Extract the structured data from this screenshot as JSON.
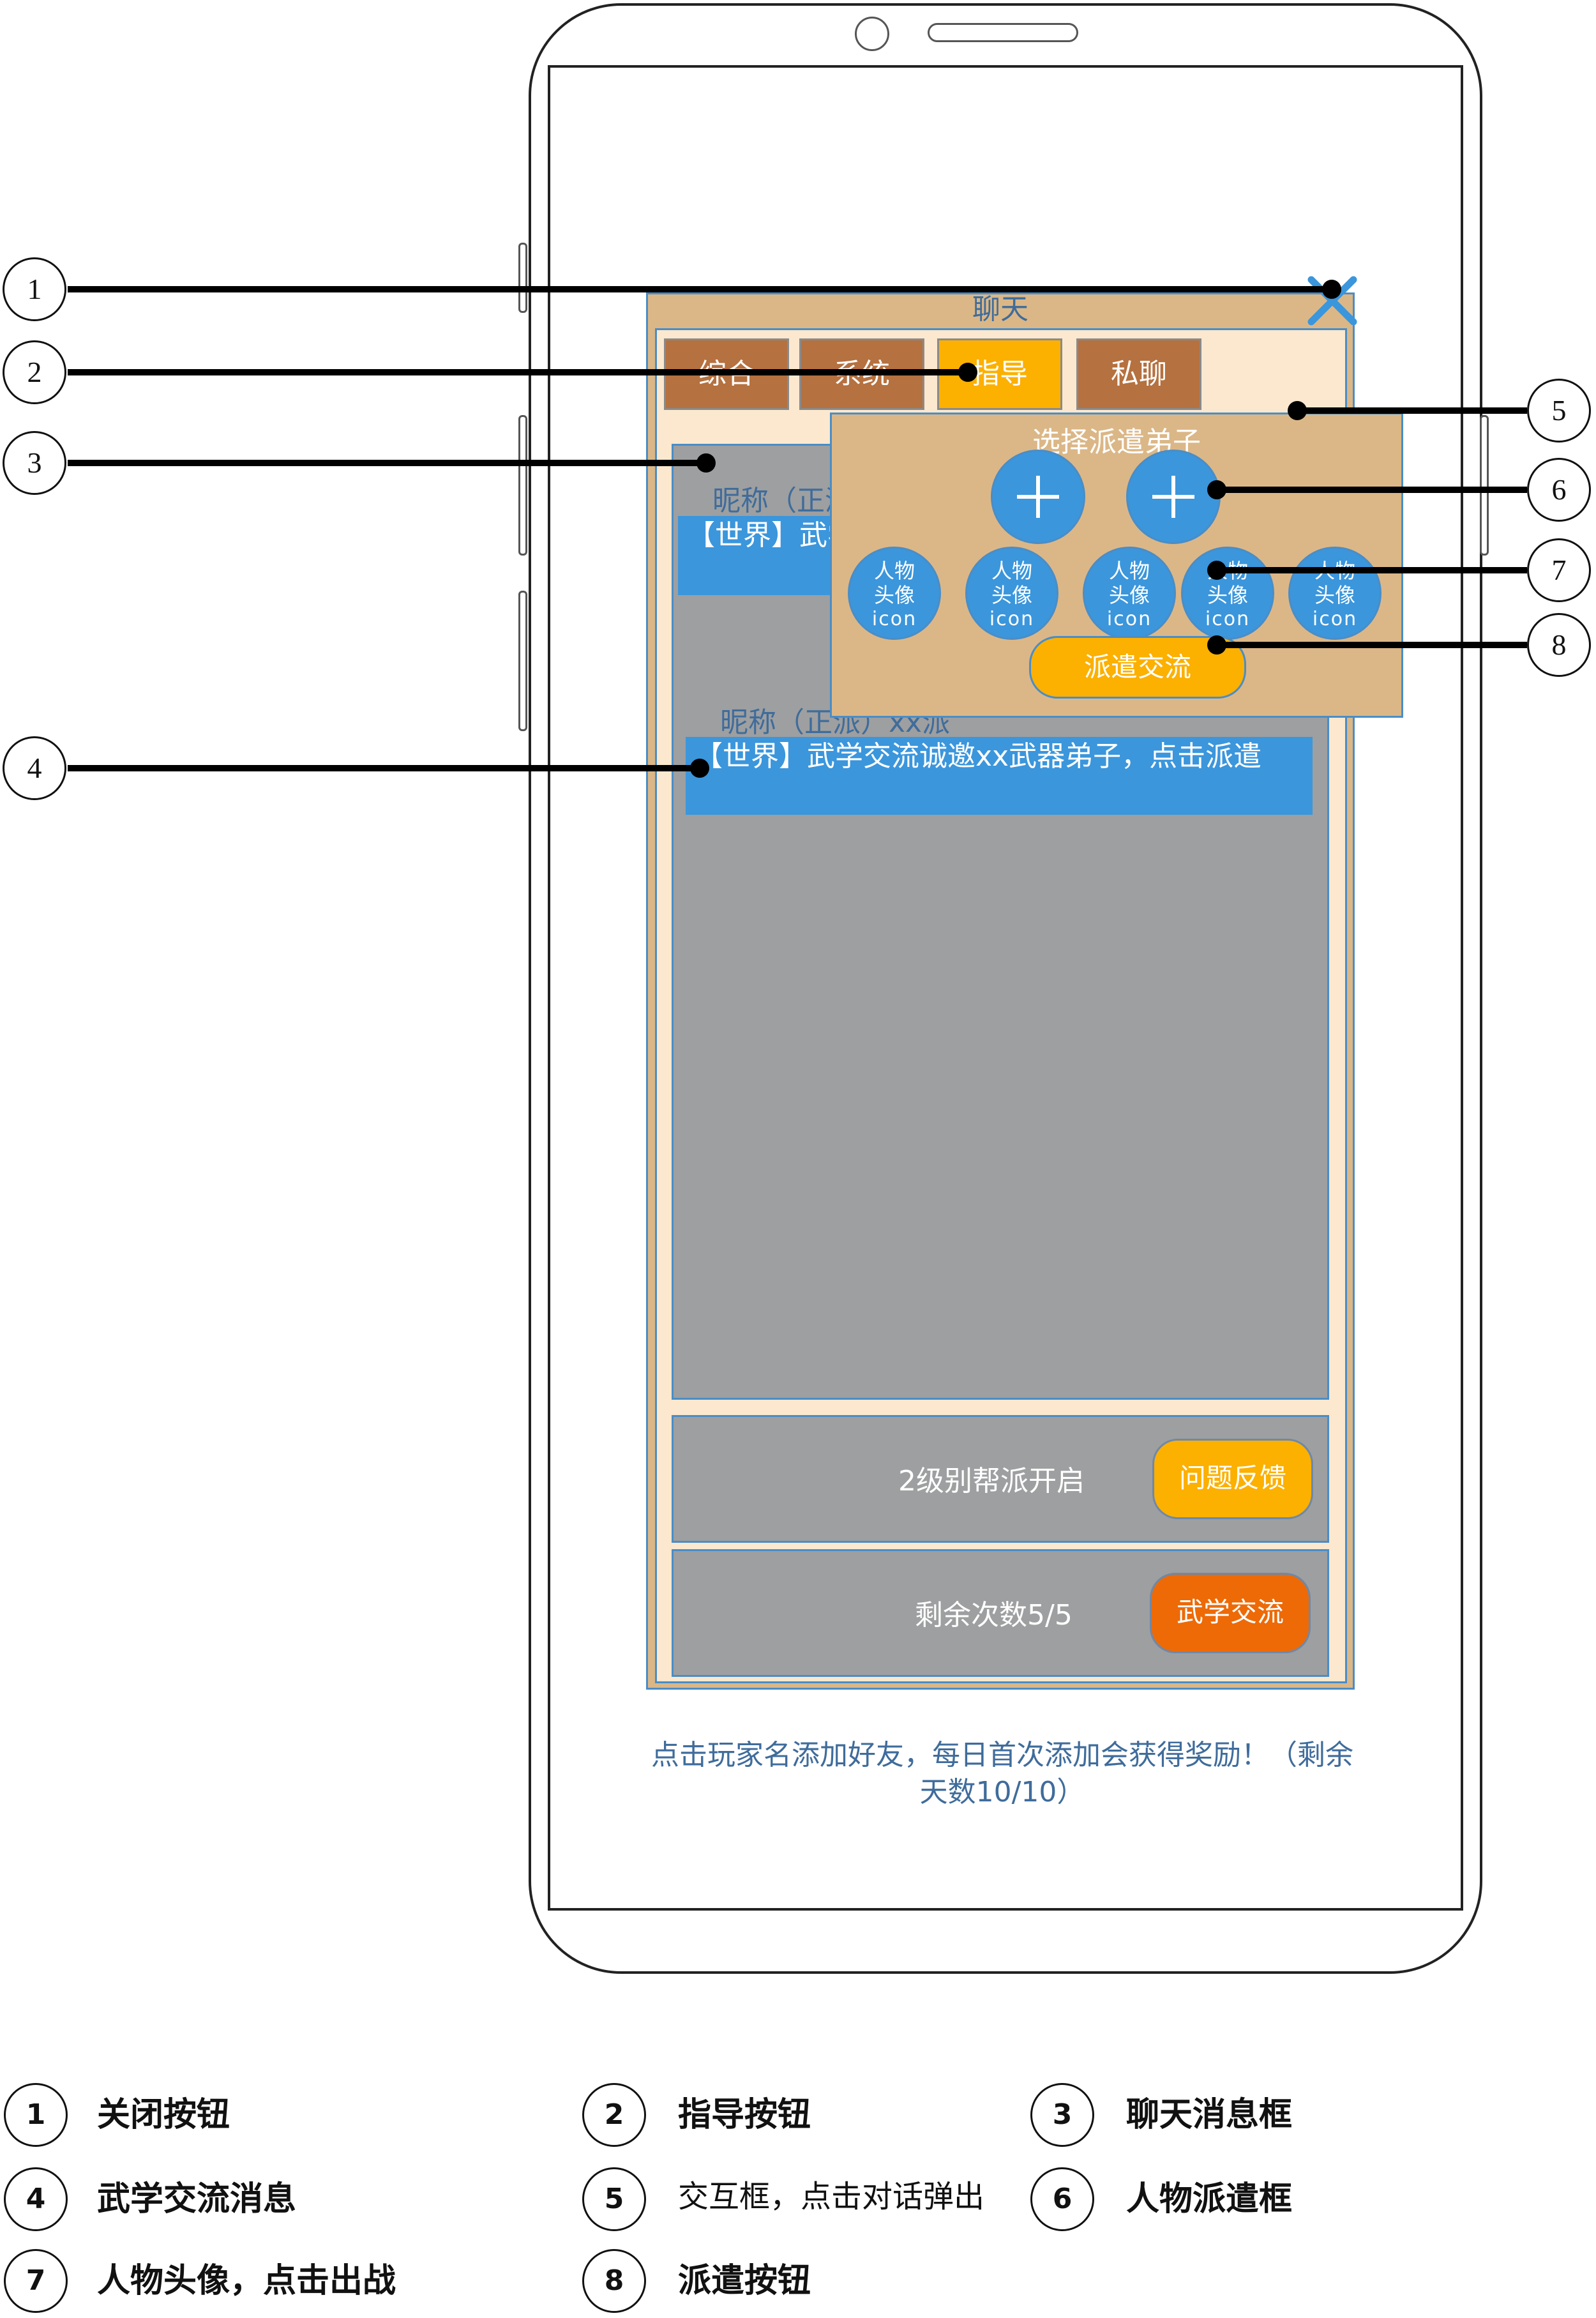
{
  "chat": {
    "title": "聊天",
    "tabs": [
      {
        "label": "综合"
      },
      {
        "label": "系统"
      },
      {
        "label": "指导"
      },
      {
        "label": "私聊"
      }
    ],
    "messages": [
      {
        "nick": "昵称（正派）xx派",
        "text": "【世界】武学交流诚邀xx武器弟子，点击派遣"
      },
      {
        "nick": "昵称（正派）xx派",
        "text": "【世界】武学交流诚邀xx武器弟子，点击派遣"
      }
    ],
    "guild_bar": {
      "text": "2级别帮派开启",
      "button": "问题反馈"
    },
    "exchange_bar": {
      "text": "剩余次数5/5",
      "button": "武学交流"
    },
    "footer_note": "点击玩家名添加好友，每日首次添加会获得奖励！（剩余天数10/10）"
  },
  "popup": {
    "title": "选择派遣弟子",
    "avatar_label": "人物头像",
    "avatar_icon_text": "icon",
    "avatars": 5,
    "dispatch_button": "派遣交流"
  },
  "callouts": [
    "1",
    "2",
    "3",
    "4",
    "5",
    "6",
    "7",
    "8"
  ],
  "legend": [
    {
      "num": "1",
      "label": "关闭按钮"
    },
    {
      "num": "2",
      "label": "指导按钮"
    },
    {
      "num": "3",
      "label": "聊天消息框"
    },
    {
      "num": "4",
      "label": "武学交流消息"
    },
    {
      "num": "5",
      "label": "交互框，点击对话弹出"
    },
    {
      "num": "6",
      "label": "人物派遣框"
    },
    {
      "num": "7",
      "label": "人物头像，点击出战"
    },
    {
      "num": "8",
      "label": "派遣按钮"
    }
  ],
  "colors": {
    "panel_tan": "#dbb787",
    "inner_cream": "#fbe8cf",
    "tab_brown": "#b5713f",
    "accent_orange": "#fcb000",
    "cta_orange": "#ed6a07",
    "message_blue": "#3b96dc",
    "panel_gray": "#9e9fa0",
    "border_blue": "#4a8dc6"
  }
}
